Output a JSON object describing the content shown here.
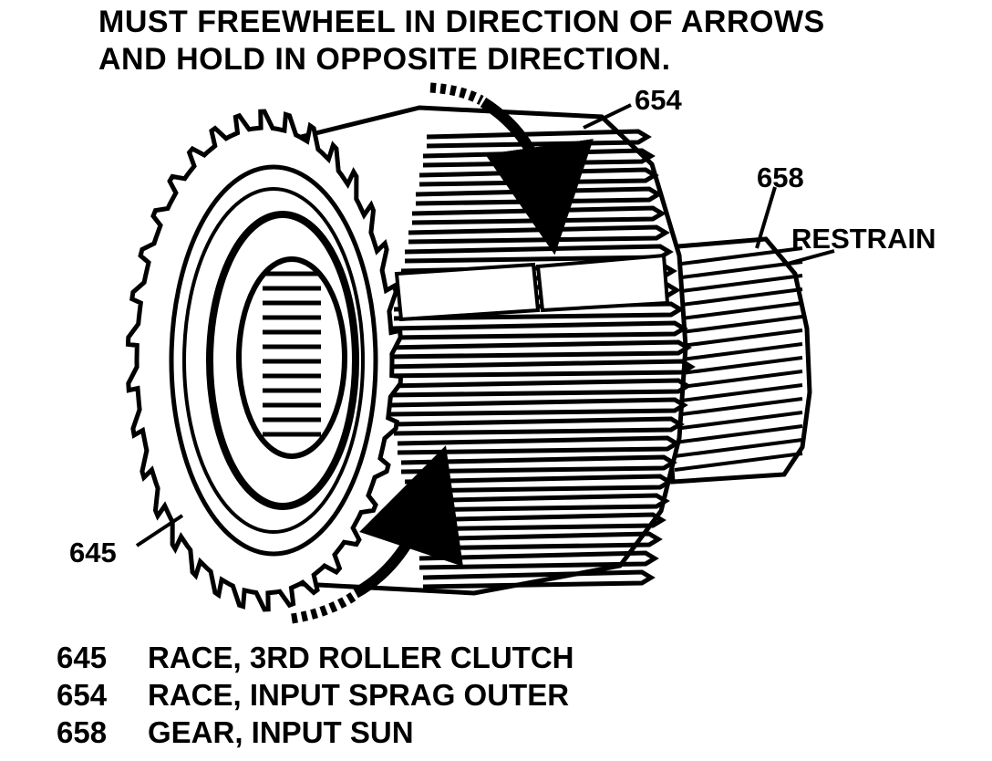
{
  "caption": {
    "line1": "MUST FREEWHEEL IN DIRECTION OF ARROWS",
    "line2": "AND HOLD IN OPPOSITE DIRECTION."
  },
  "callouts": {
    "c654": "654",
    "c658": "658",
    "restrain": "RESTRAIN",
    "c645": "645"
  },
  "legend": [
    {
      "num": "645",
      "text": "RACE, 3RD ROLLER CLUTCH"
    },
    {
      "num": "654",
      "text": "RACE, INPUT SPRAG OUTER"
    },
    {
      "num": "658",
      "text": "GEAR, INPUT SUN"
    }
  ],
  "colors": {
    "ink": "#000000",
    "paper": "#ffffff"
  }
}
